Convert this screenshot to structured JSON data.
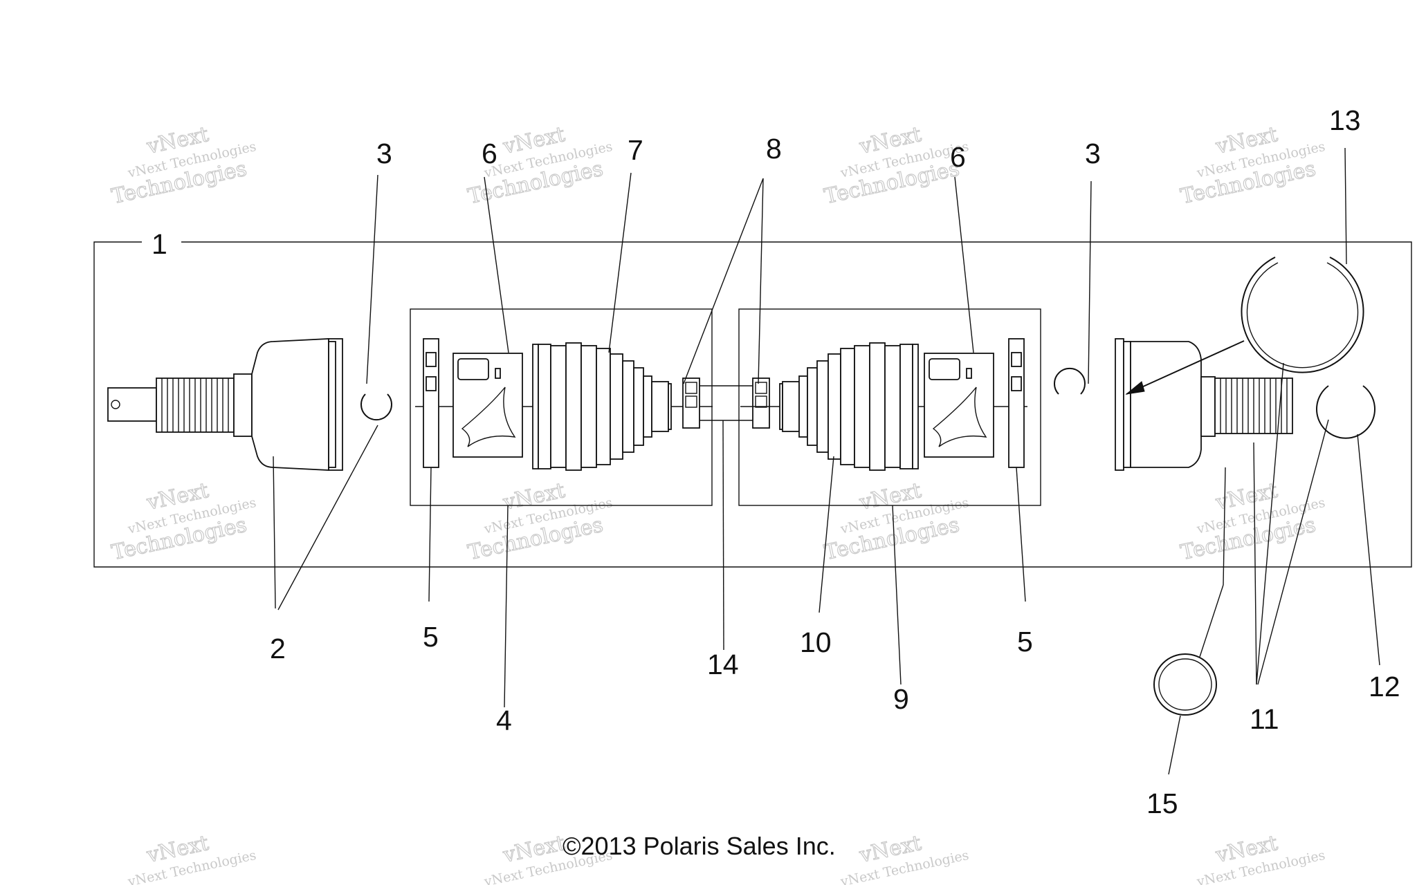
{
  "diagram": {
    "callouts": {
      "c1": "1",
      "c2": "2",
      "c3a": "3",
      "c3b": "3",
      "c4": "4",
      "c5a": "5",
      "c5b": "5",
      "c6a": "6",
      "c6b": "6",
      "c7": "7",
      "c8": "8",
      "c9": "9",
      "c10": "10",
      "c11": "11",
      "c12": "12",
      "c13": "13",
      "c14": "14",
      "c15": "15"
    },
    "copyright": "©2013 Polaris Sales Inc.",
    "watermark": {
      "line1": "vNext",
      "line2": "vNext Technologies",
      "line3": "Technologies"
    }
  }
}
